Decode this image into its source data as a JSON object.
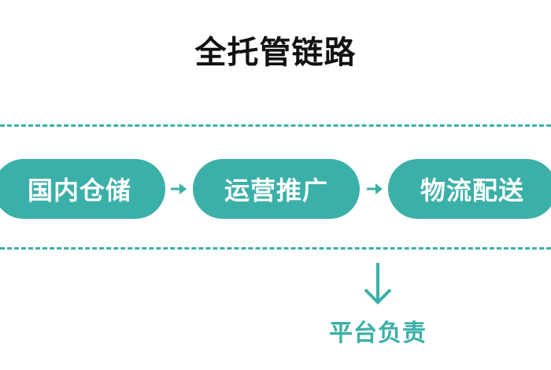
{
  "title": "全托管链路",
  "steps": [
    {
      "label": "国内仓储"
    },
    {
      "label": "运营推广"
    },
    {
      "label": "物流配送"
    }
  ],
  "footer_label": "平台负责",
  "colors": {
    "accent": "#3bb0a8",
    "title_text": "#111111",
    "background": "#ffffff"
  },
  "icons": {
    "step_arrow": "arrow-right-icon",
    "down_arrow": "arrow-down-icon"
  }
}
